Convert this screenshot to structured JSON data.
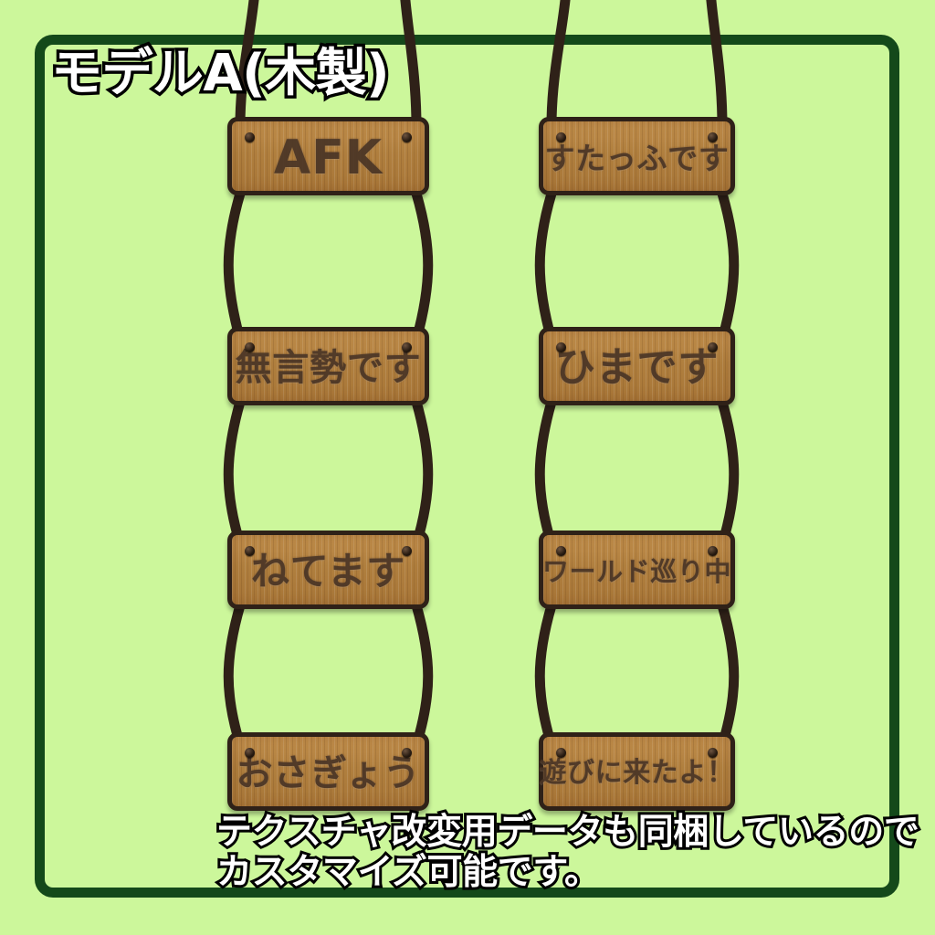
{
  "page": {
    "title": "モデルA(木製)",
    "caption_line1": "テクスチャ改変用データも同梱しているので",
    "caption_line2": "カスタマイズ可能です。",
    "background_color": "#ccf79b",
    "frame_color": "#14491a",
    "wood_color": "#b07f3e",
    "wood_edge_color": "#2f2118",
    "engraved_text_color": "#4a3526",
    "rope_color": "#2f2118"
  },
  "signs": {
    "left_column": [
      {
        "label": "AFK",
        "font_size": 52
      },
      {
        "label": "無言勢です",
        "font_size": 40
      },
      {
        "label": "ねてます",
        "font_size": 42
      },
      {
        "label": "おさぎょう",
        "font_size": 40
      }
    ],
    "right_column": [
      {
        "label": "すたっふです",
        "font_size": 33
      },
      {
        "label": "ひまです",
        "font_size": 44
      },
      {
        "label": "ワールド巡り中",
        "font_size": 29
      },
      {
        "label": "遊びに来たよ！",
        "font_size": 30
      }
    ]
  }
}
